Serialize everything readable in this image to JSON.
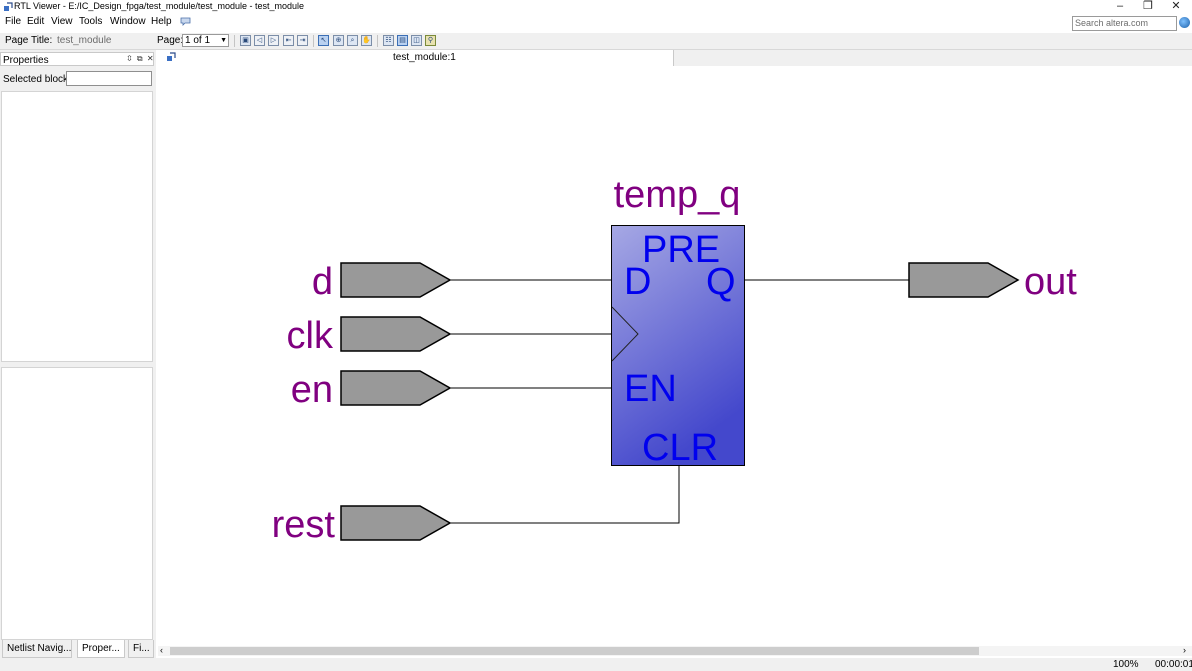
{
  "window": {
    "title": "RTL Viewer - E:/IC_Design_fpga/test_module/test_module - test_module",
    "minimize": "–",
    "restore": "❐",
    "close": "✕"
  },
  "menu": {
    "items": [
      {
        "label": "File"
      },
      {
        "label": "Edit"
      },
      {
        "label": "View"
      },
      {
        "label": "Tools"
      },
      {
        "label": "Window"
      },
      {
        "label": "Help"
      }
    ],
    "search_placeholder": "Search altera.com"
  },
  "toolbar": {
    "page_title_label": "Page Title:",
    "page_title_value": "test_module",
    "page_label": "Page:",
    "page_value": "1 of 1"
  },
  "properties": {
    "title": "Properties",
    "pin_buttons": "⇳ ⧉ ✕",
    "selected_block_label": "Selected block:",
    "selected_block_value": ""
  },
  "bottom_tabs": [
    {
      "label": "Netlist Navig..."
    },
    {
      "label": "Proper..."
    },
    {
      "label": "Fi..."
    }
  ],
  "document": {
    "tab_label": "test_module:1"
  },
  "schematic": {
    "register_name": "temp_q",
    "register_pins": {
      "pre": "PRE",
      "d": "D",
      "q": "Q",
      "en": "EN",
      "clr": "CLR"
    },
    "inputs": [
      {
        "name": "d"
      },
      {
        "name": "clk"
      },
      {
        "name": "en"
      },
      {
        "name": "rest"
      }
    ],
    "outputs": [
      {
        "name": "out"
      }
    ],
    "colors": {
      "port_label": "#800080",
      "port_fill": "#999999",
      "reg_fill_top": "#9b9ddf",
      "reg_fill_bottom": "#4b4fcf",
      "pin_text": "#0000ee"
    }
  },
  "statusbar": {
    "zoom": "100%",
    "elapsed": "00:00:01"
  }
}
